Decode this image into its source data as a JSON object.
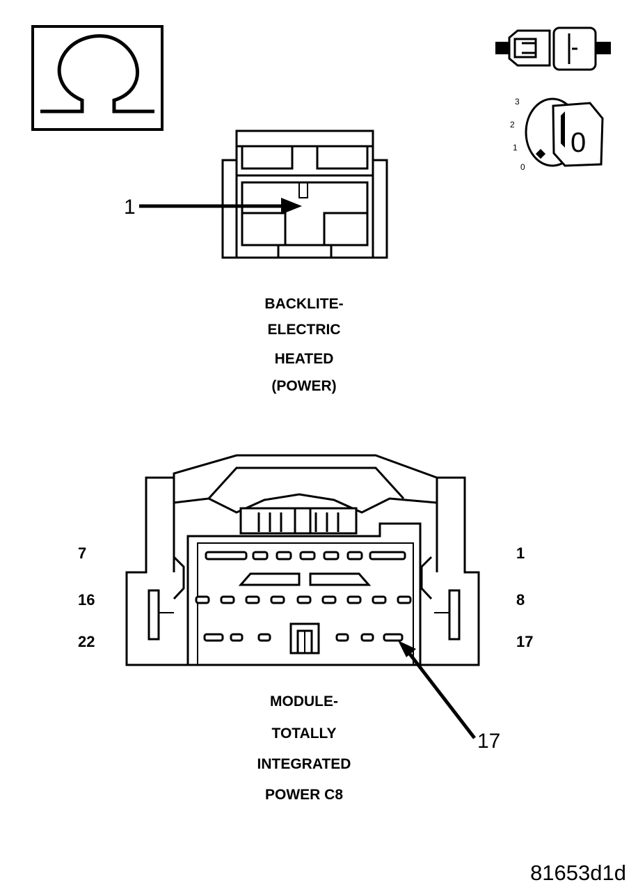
{
  "symbols": {
    "ohmmeter": "omega-icon",
    "disconnect": "connector-disconnect-icon",
    "ignition": "ignition-key-icon",
    "ignition_positions": [
      "3",
      "2",
      "1",
      "0"
    ],
    "key_label": "0"
  },
  "connector1": {
    "callout": "1",
    "title_lines": [
      "BACKLITE-",
      "ELECTRIC",
      "HEATED",
      "(POWER)"
    ]
  },
  "connector2": {
    "pin_labels": {
      "top_left": "7",
      "top_right": "1",
      "mid_left": "16",
      "mid_right": "8",
      "bottom_left": "22",
      "bottom_right": "17"
    },
    "callout": "17",
    "title_lines": [
      "MODULE-",
      "TOTALLY",
      "INTEGRATED",
      "POWER C8"
    ]
  },
  "figure_id": "81653d1d"
}
